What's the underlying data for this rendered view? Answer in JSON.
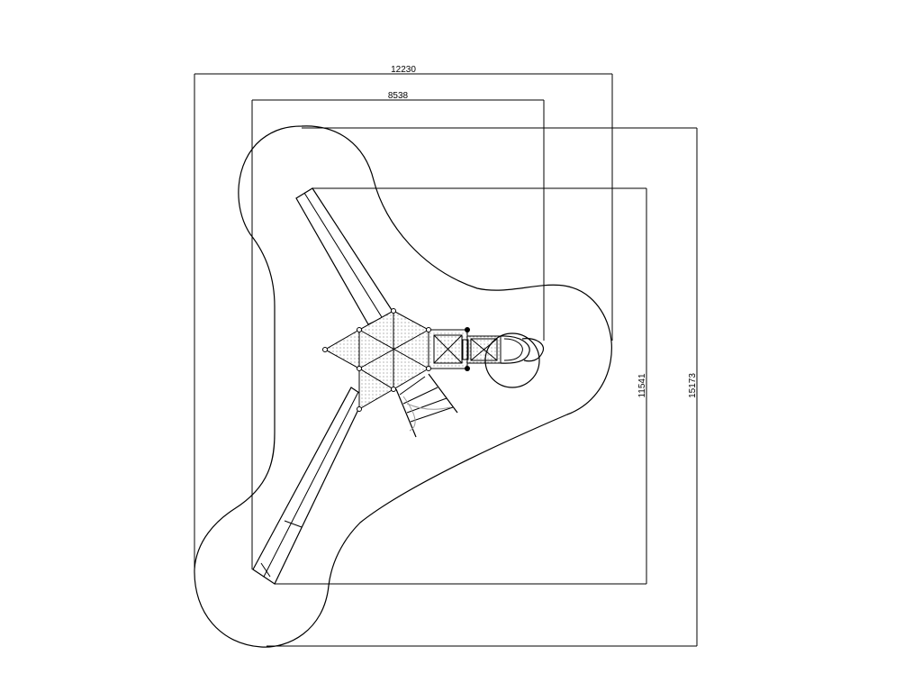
{
  "drawing": {
    "dimensions": {
      "outer_width": "12230",
      "inner_width": "8538",
      "inner_height": "11541",
      "outer_height": "15173"
    },
    "colors": {
      "line": "#000000",
      "background": "#ffffff",
      "rope": "#999999"
    }
  }
}
